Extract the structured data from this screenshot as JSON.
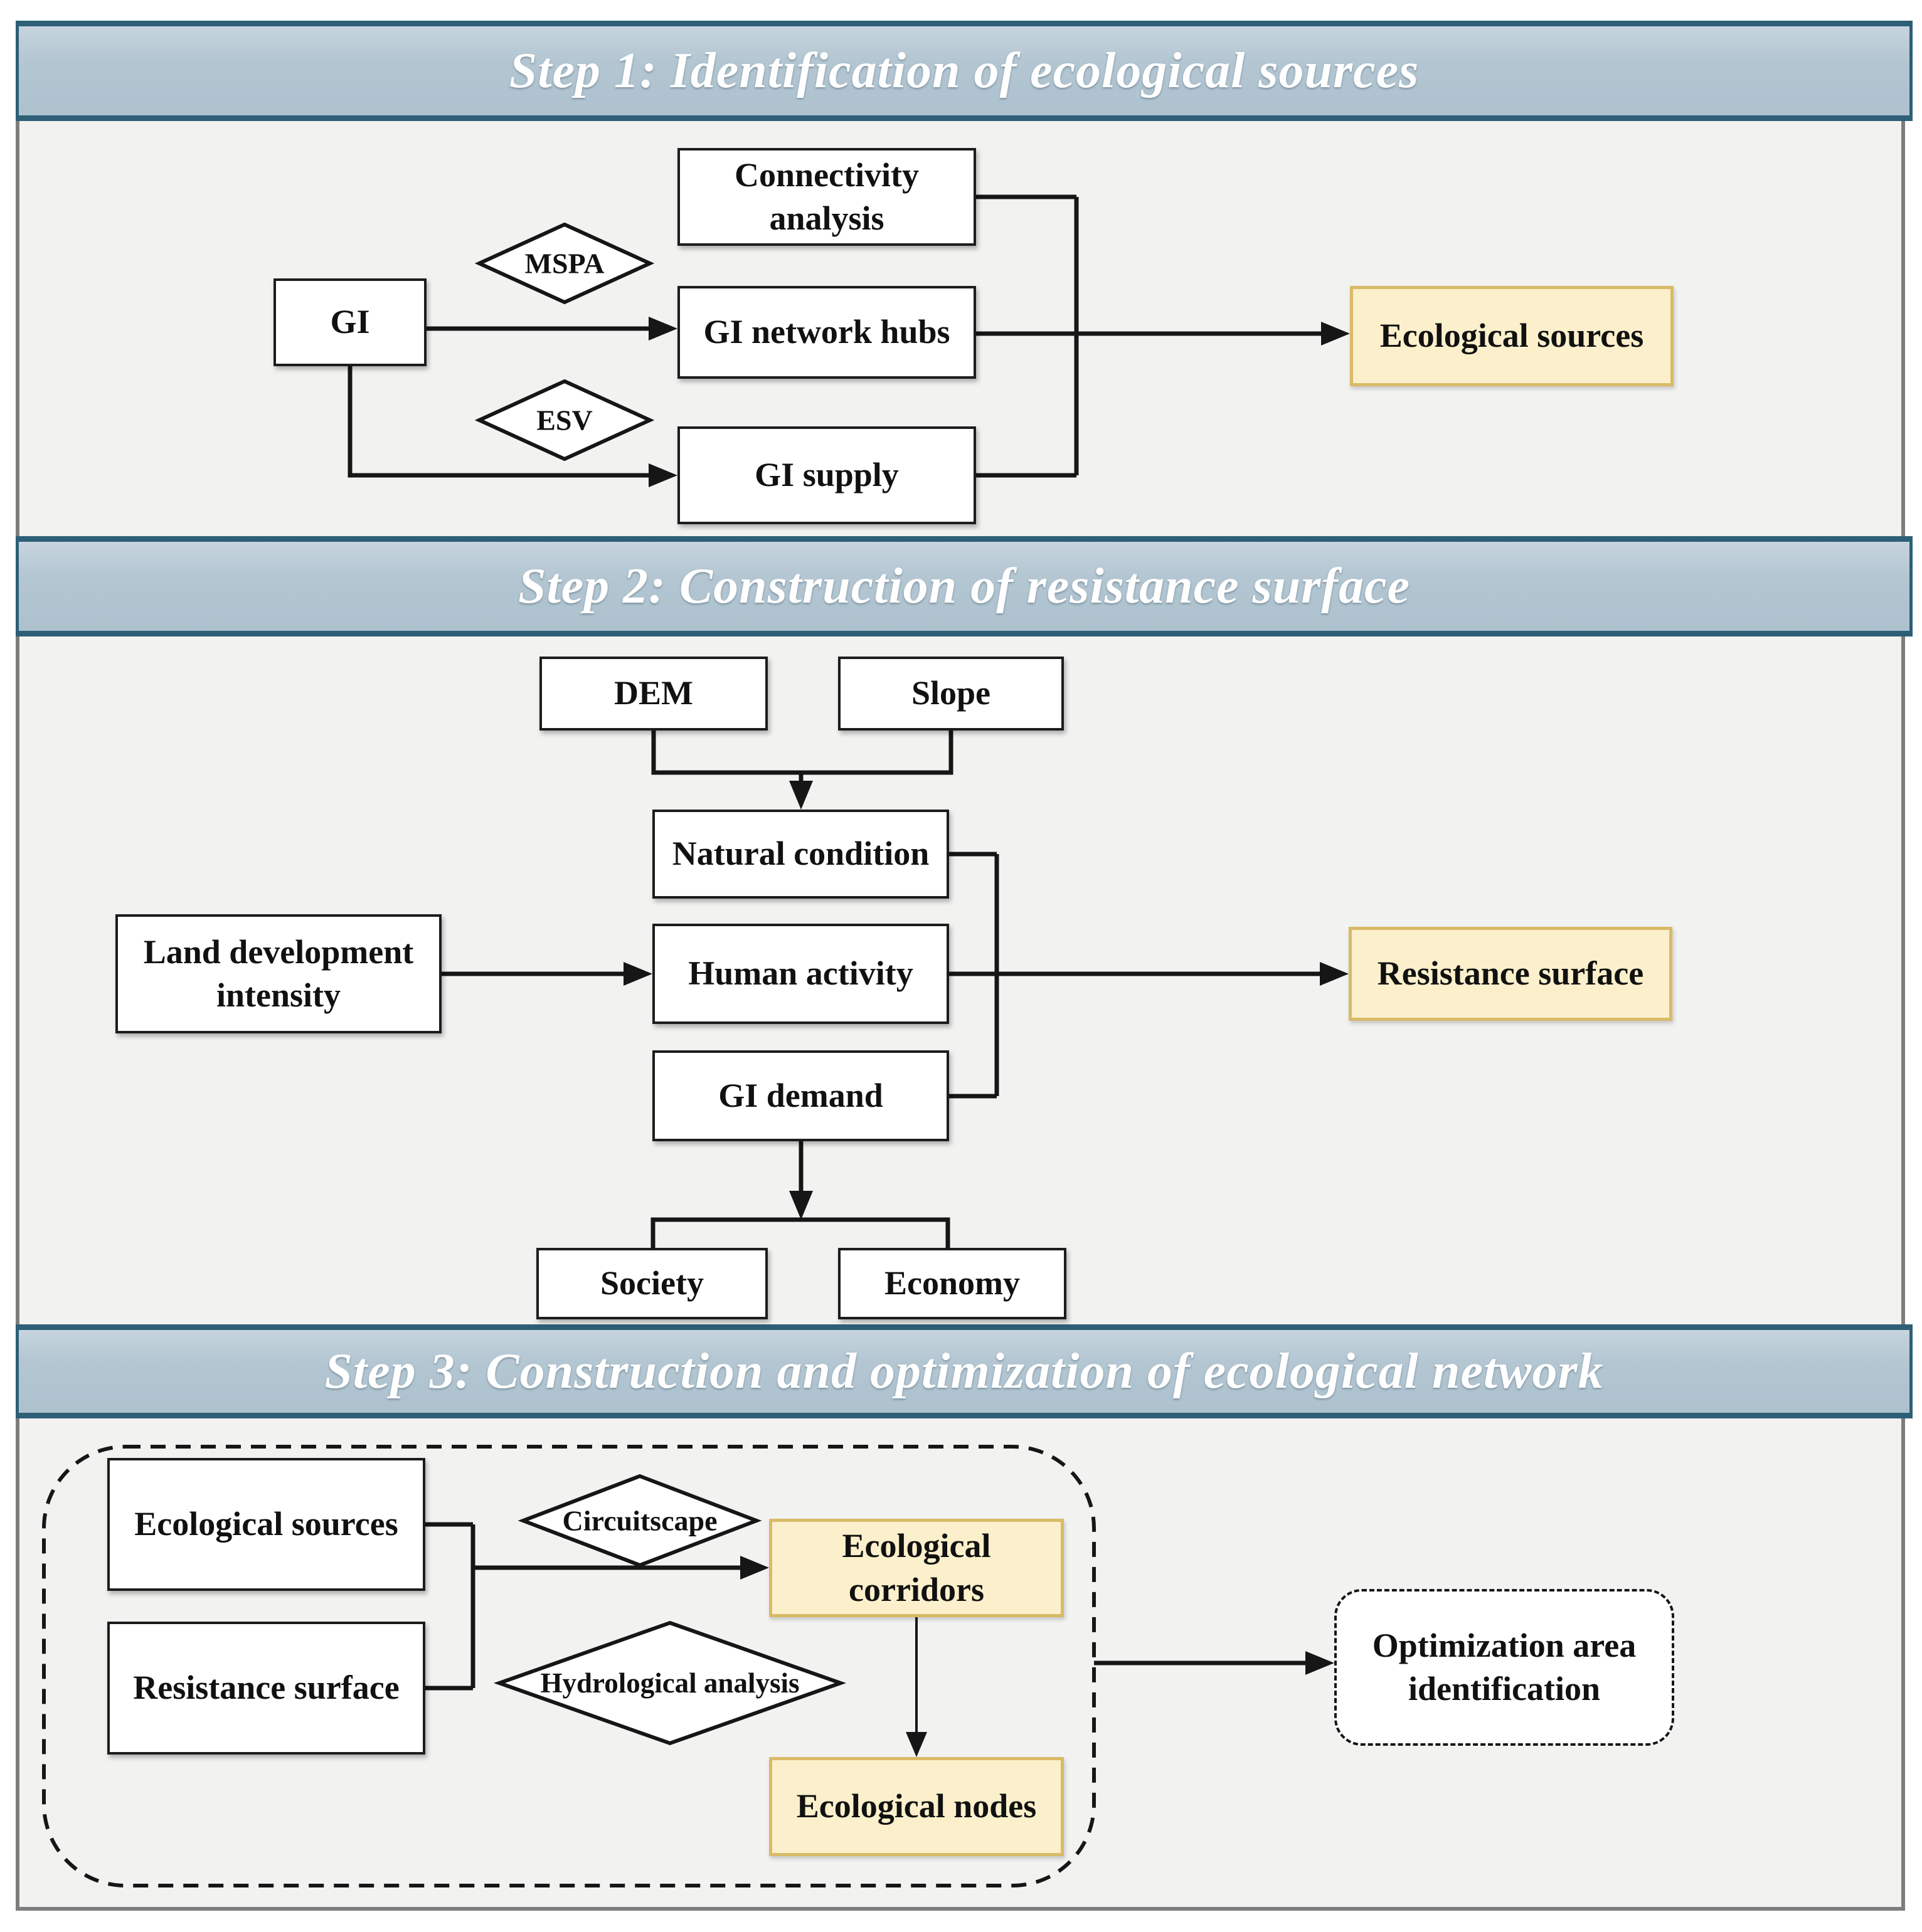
{
  "colors": {
    "header_fill": "#b3c6d2",
    "header_border": "#2d5f77",
    "highlight_fill": "#fbf0cb",
    "highlight_border": "#d9ba67",
    "section_bg": "#f2f2f1",
    "line": "#161616",
    "node_border": "#1c1c1c"
  },
  "steps": {
    "step1": {
      "title": "Step 1: Identification of ecological sources",
      "nodes": {
        "gi": "GI",
        "connectivity": "Connectivity analysis",
        "hubs": "GI network hubs",
        "supply": "GI supply",
        "sources": "Ecological sources"
      },
      "operators": {
        "mspa": "MSPA",
        "esv": "ESV"
      }
    },
    "step2": {
      "title": "Step 2: Construction of resistance surface",
      "nodes": {
        "dem": "DEM",
        "slope": "Slope",
        "natural": "Natural condition",
        "land": "Land development intensity",
        "human": "Human activity",
        "demand": "GI demand",
        "society": "Society",
        "economy": "Economy",
        "resistance": "Resistance surface"
      }
    },
    "step3": {
      "title": "Step 3: Construction and optimization of ecological network",
      "nodes": {
        "sources": "Ecological sources",
        "resistance": "Resistance surface",
        "corridors": "Ecological corridors",
        "nodes": "Ecological nodes",
        "optimization": "Optimization area identification"
      },
      "operators": {
        "circuitscape": "Circuitscape",
        "hydrological": "Hydrological analysis"
      }
    }
  }
}
